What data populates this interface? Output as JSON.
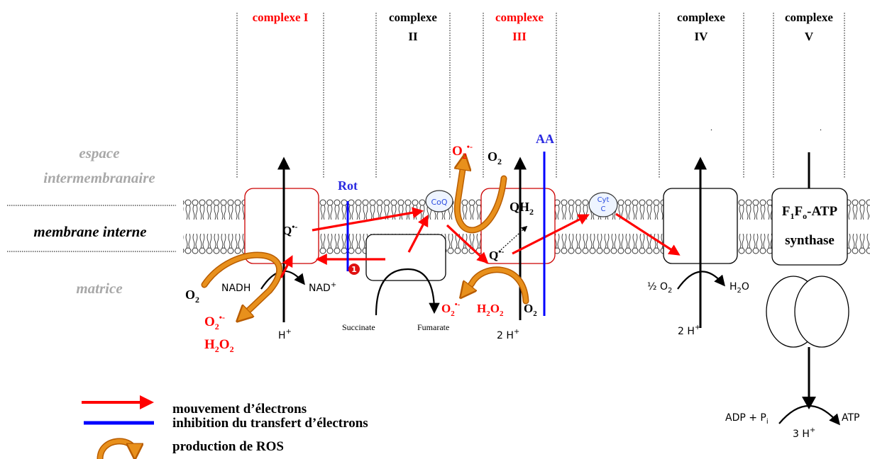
{
  "regions": {
    "espace_line1": "espace",
    "espace_line2": "intermembranaire",
    "membrane": "membrane interne",
    "matrice": "matrice"
  },
  "complexes": [
    {
      "line1": "complexe I",
      "line2": "",
      "color": "#ff0000"
    },
    {
      "line1": "complexe",
      "line2": "II",
      "color": "#000000"
    },
    {
      "line1": "complexe",
      "line2": "III",
      "color": "#ff0000"
    },
    {
      "line1": "complexe",
      "line2": "IV",
      "color": "#000000"
    },
    {
      "line1": "complexe",
      "line2": "V",
      "color": "#000000"
    }
  ],
  "inhibitors": {
    "rot": "Rot",
    "aa": "AA",
    "site_number": "1"
  },
  "carriers": {
    "coq": "CoQ",
    "cyt_line1": "Cyt",
    "cyt_line2": "C"
  },
  "complex1": {
    "q_radical": "Q",
    "q_charge": "•-",
    "nadh": "NADH",
    "nad": "NAD",
    "nad_sup": "+",
    "o2": "O",
    "o2_sub": "2",
    "ros_o2": "O",
    "ros_o2_sub": "2",
    "ros_o2_sup": "•-",
    "h2o2_h": "H",
    "h2o2_sub1": "2",
    "h2o2_o": "O",
    "h2o2_sub2": "2",
    "h": "H",
    "h_sup": "+"
  },
  "complex2": {
    "succinate": "Succinate",
    "fumarate": "Fumarate"
  },
  "complex3": {
    "qh2": "QH",
    "qh2_sub": "2",
    "q_radical": "Q",
    "q_charge": "•-",
    "top_ros_o2": "O",
    "top_ros_o2_sub": "2",
    "top_ros_o2_sup": "•-",
    "top_o2": "O",
    "top_o2_sub": "2",
    "bottom_ros_o2": "O",
    "bottom_ros_o2_sub": "2",
    "bottom_ros_o2_sup": "•-",
    "bottom_h2o2_h": "H",
    "bottom_h2o2_sub1": "2",
    "bottom_h2o2_o": "O",
    "bottom_h2o2_sub2": "2",
    "bottom_o2": "O",
    "bottom_o2_sub": "2",
    "protons": "2 H",
    "protons_sup": "+"
  },
  "complex4": {
    "half_o2": "½ O",
    "half_o2_sub": "2",
    "h2o": "H",
    "h2o_sub": "2",
    "h2o_o": "O",
    "protons": "2 H",
    "protons_sup": "+",
    "dot": "."
  },
  "complex5": {
    "line1_f": "F",
    "line1_sub1": "1",
    "line1_f2": "F",
    "line1_sub2": "o",
    "line1_rest": "-ATP",
    "line2": "synthase",
    "adp": "ADP  +  P",
    "pi_sub": "i",
    "atp": "ATP",
    "protons": "3 H",
    "protons_sup": "+",
    "dot": "."
  },
  "legend": {
    "item1": "mouvement d’électrons",
    "item2": "inhibition du transfert d’électrons",
    "item3": "production de ROS"
  },
  "colors": {
    "electron": "#ff0000",
    "inhibition": "#0000ff",
    "ros": "#e8901c",
    "ros_edge": "#b85c00",
    "complex_box_red": "#cc0000"
  }
}
